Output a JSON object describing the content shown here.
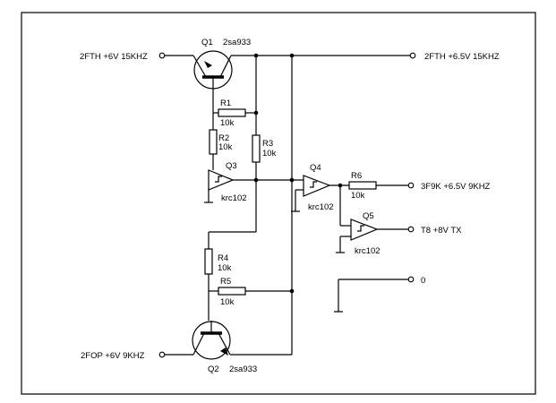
{
  "terminals": {
    "in_2fth": "2FTH +6V 15KHZ",
    "out_2fth": "2FTH +6.5V 15KHZ",
    "out_3f9k": "3F9K +6.5V 9KHZ",
    "out_t8": "T8 +8V TX",
    "out_zero": "0",
    "in_2fop": "2FOP +6V 9KHZ"
  },
  "components": {
    "q1": {
      "ref": "Q1",
      "part": "2sa933"
    },
    "q2": {
      "ref": "Q2",
      "part": "2sa933"
    },
    "q3": {
      "ref": "Q3",
      "part": "krc102"
    },
    "q4": {
      "ref": "Q4",
      "part": "krc102"
    },
    "q5": {
      "ref": "Q5",
      "part": "krc102"
    },
    "r1": {
      "ref": "R1",
      "value": "10k"
    },
    "r2": {
      "ref": "R2",
      "value": "10k"
    },
    "r3": {
      "ref": "R3",
      "value": "10k"
    },
    "r4": {
      "ref": "R4",
      "value": "10k"
    },
    "r5": {
      "ref": "R5",
      "value": "10k"
    },
    "r6": {
      "ref": "R6",
      "value": "10k"
    }
  }
}
